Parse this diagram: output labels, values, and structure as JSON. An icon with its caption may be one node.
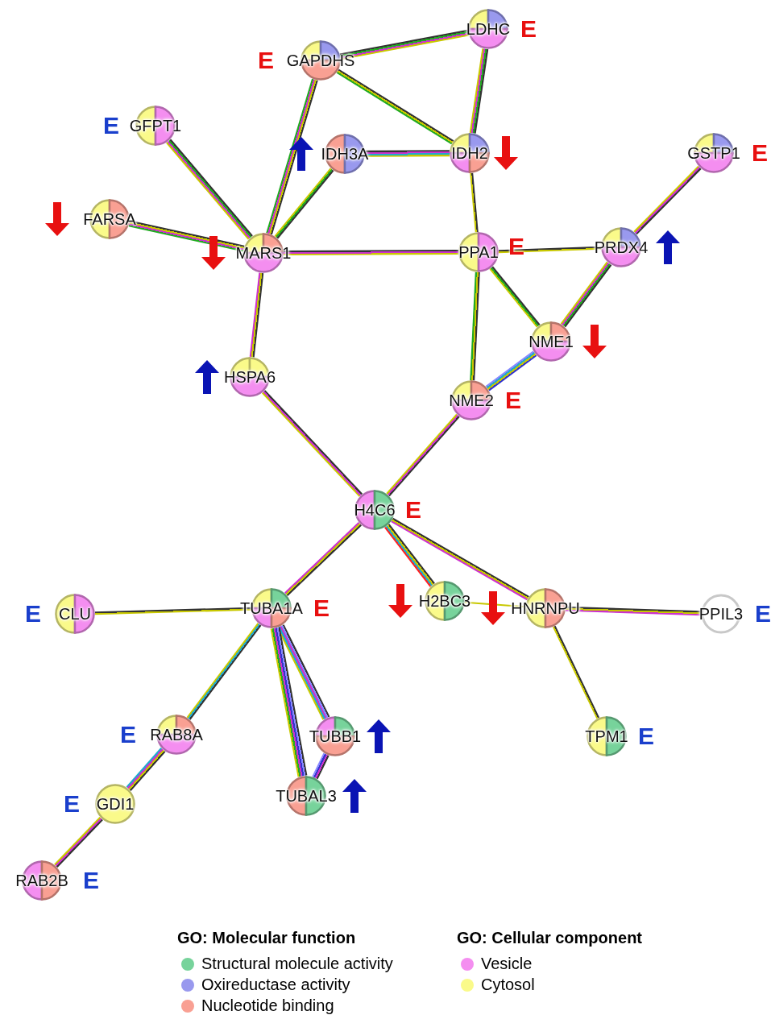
{
  "diagram": {
    "nodes": [
      {
        "text": [
          "LDHC"
        ],
        "beside": [
          "E"
        ]
      },
      {
        "text": [
          "GAPDHS"
        ],
        "beside": [
          "E"
        ]
      },
      {
        "text": [
          "GFPT1"
        ],
        "beside": [
          "E"
        ]
      },
      {
        "text": [
          "IDH3A"
        ]
      },
      {
        "text": [
          "IDH2"
        ]
      },
      {
        "text": [
          "GSTP1"
        ],
        "beside": [
          "E"
        ]
      },
      {
        "text": [
          "FARSA"
        ]
      },
      {
        "text": [
          "MARS1"
        ]
      },
      {
        "text": [
          "PPA1"
        ],
        "beside": [
          "E"
        ]
      },
      {
        "text": [
          "PRDX4"
        ]
      },
      {
        "text": [
          "NME1"
        ]
      },
      {
        "text": [
          "HSPA6"
        ]
      },
      {
        "text": [
          "NME2"
        ],
        "beside": [
          "E"
        ]
      },
      {
        "text": [
          "H4C6"
        ],
        "beside": [
          "E"
        ]
      },
      {
        "text": [
          "CLU"
        ],
        "beside": [
          "E"
        ]
      },
      {
        "text": [
          "TUBA1A"
        ],
        "beside": [
          "E"
        ]
      },
      {
        "text": [
          "H2BC3"
        ]
      },
      {
        "text": [
          "HNRNPU"
        ]
      },
      {
        "text": [
          "PPIL3"
        ],
        "beside": [
          "E"
        ]
      },
      {
        "text": [
          "RAB8A"
        ],
        "beside": [
          "E"
        ]
      },
      {
        "text": [
          "TUBB1"
        ]
      },
      {
        "text": [
          "TPM1"
        ],
        "beside": [
          "E"
        ]
      },
      {
        "text": [
          "GDI1"
        ],
        "beside": [
          "E"
        ]
      },
      {
        "text": [
          "TUBAL3"
        ]
      },
      {
        "text": [
          "RAB2B"
        ],
        "beside": [
          "E"
        ]
      }
    ],
    "edges": [
      {
        "from": 1,
        "to": 0,
        "arrow": "none"
      },
      {
        "from": 1,
        "to": 4,
        "arrow": "none"
      },
      {
        "from": 0,
        "to": 4,
        "arrow": "none"
      },
      {
        "from": 1,
        "to": 7,
        "arrow": "none"
      },
      {
        "from": 2,
        "to": 7,
        "arrow": "none"
      },
      {
        "from": 3,
        "to": 4,
        "arrow": "none"
      },
      {
        "from": 3,
        "to": 7,
        "arrow": "none"
      },
      {
        "from": 6,
        "to": 7,
        "arrow": "none"
      },
      {
        "from": 7,
        "to": 8,
        "arrow": "none"
      },
      {
        "from": 4,
        "to": 8,
        "arrow": "none"
      },
      {
        "from": 8,
        "to": 9,
        "arrow": "none"
      },
      {
        "from": 5,
        "to": 9,
        "arrow": "none"
      },
      {
        "from": 8,
        "to": 10,
        "arrow": "none"
      },
      {
        "from": 8,
        "to": 12,
        "arrow": "none"
      },
      {
        "from": 9,
        "to": 10,
        "arrow": "none"
      },
      {
        "from": 10,
        "to": 12,
        "arrow": "none",
        "color": "#3333cc"
      },
      {
        "from": 7,
        "to": 11,
        "arrow": "none"
      },
      {
        "from": 11,
        "to": 13,
        "arrow": "none"
      },
      {
        "from": 12,
        "to": 13,
        "arrow": "none"
      },
      {
        "from": 13,
        "to": 15,
        "arrow": "none"
      },
      {
        "from": 13,
        "to": 16,
        "arrow": "none"
      },
      {
        "from": 13,
        "to": 17,
        "arrow": "none"
      },
      {
        "from": 16,
        "to": 17,
        "arrow": "none",
        "color": "#c8c800"
      },
      {
        "from": 14,
        "to": 15,
        "arrow": "none"
      },
      {
        "from": 17,
        "to": 18,
        "arrow": "none"
      },
      {
        "from": 17,
        "to": 21,
        "arrow": "none"
      },
      {
        "from": 15,
        "to": 19,
        "arrow": "none"
      },
      {
        "from": 15,
        "to": 20,
        "arrow": "none"
      },
      {
        "from": 15,
        "to": 23,
        "arrow": "none"
      },
      {
        "from": 20,
        "to": 23,
        "arrow": "none"
      },
      {
        "from": 19,
        "to": 22,
        "arrow": "none"
      },
      {
        "from": 22,
        "to": 24,
        "arrow": "none"
      }
    ],
    "labels": [
      "GO: Molecular function",
      "GO: Cellular component"
    ],
    "legend": [
      {
        "text": "Structural molecule activity",
        "color": "#77d39b"
      },
      {
        "text": "Oxireductase activity",
        "color": "#9999ee"
      },
      {
        "text": "Nucleotide binding",
        "color": "#f9a093"
      },
      {
        "text": "Vesicle",
        "color": "#f48ef0"
      },
      {
        "text": "Cytosol",
        "color": "#fafa8a"
      }
    ]
  }
}
